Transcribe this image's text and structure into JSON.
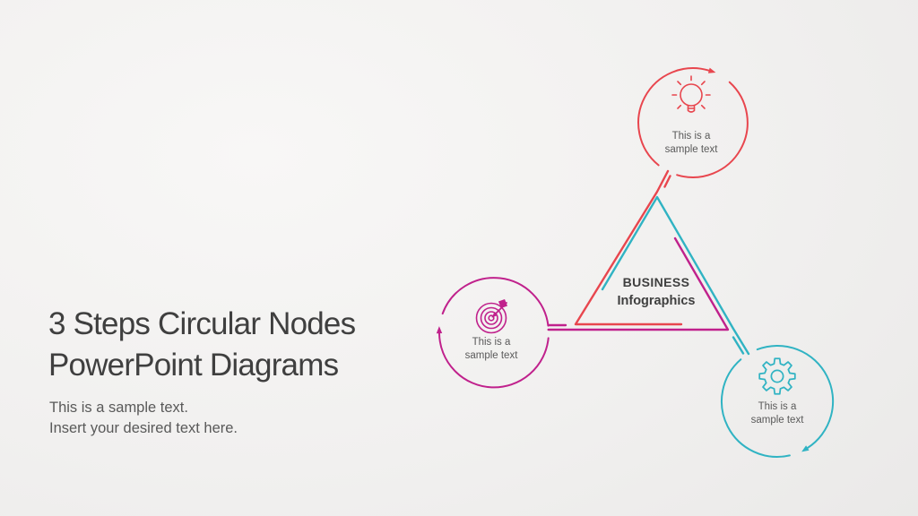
{
  "slide": {
    "title_line1": "3 Steps Circular Nodes",
    "title_line2": "PowerPoint Diagrams",
    "subtitle_line1": "This is a sample text.",
    "subtitle_line2": "Insert your desired text here."
  },
  "diagram": {
    "center_label_line1": "BUSINESS",
    "center_label_line2": "Infographics",
    "nodes": [
      {
        "step": "idea",
        "icon": "lightbulb-icon",
        "color": "#e8464e",
        "arrow_direction": "clockwise",
        "label_line1": "This is a",
        "label_line2": "sample text"
      },
      {
        "step": "goal",
        "icon": "target-icon",
        "color": "#c0218c",
        "arrow_direction": "clockwise",
        "label_line1": "This is a",
        "label_line2": "sample text"
      },
      {
        "step": "process",
        "icon": "gear-icon",
        "color": "#30b3c3",
        "arrow_direction": "clockwise",
        "label_line1": "This is a",
        "label_line2": "sample text"
      }
    ]
  },
  "colors": {
    "title_text": "#3f3f3f",
    "body_text": "#595959",
    "node_label_text": "#5a5a5a",
    "center_label_text": "#3f3f3f",
    "background": "#f0efee"
  }
}
